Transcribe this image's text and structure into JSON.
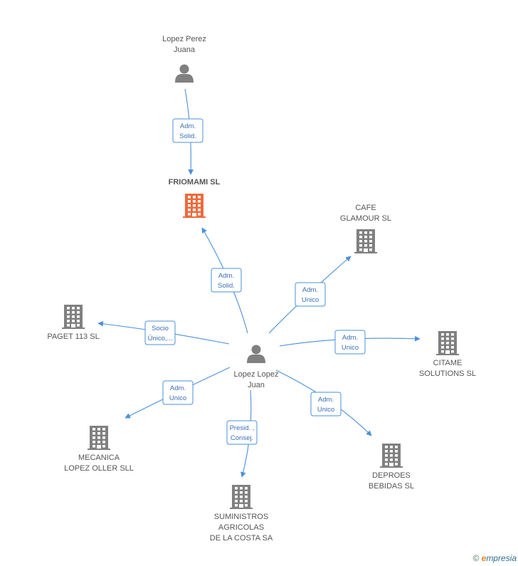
{
  "colors": {
    "edge": "#4a90d9",
    "node": "#808080",
    "main_company": "#f06a3c"
  },
  "nodes": [
    {
      "id": "lopez-perez",
      "type": "person",
      "lines": [
        "Lopez Perez",
        "Juana"
      ],
      "color": "#808080"
    },
    {
      "id": "friomami",
      "type": "company",
      "lines": [
        "FRIOMAMI SL"
      ],
      "color": "#f06a3c",
      "bold": true
    },
    {
      "id": "cafe-glamour",
      "type": "company",
      "lines": [
        "CAFE",
        "GLAMOUR  SL"
      ],
      "color": "#808080"
    },
    {
      "id": "paget",
      "type": "company",
      "lines": [
        "PAGET 113 SL"
      ],
      "color": "#808080"
    },
    {
      "id": "lopez-lopez",
      "type": "person",
      "lines": [
        "Lopez Lopez",
        "Juan"
      ],
      "color": "#808080"
    },
    {
      "id": "citame",
      "type": "company",
      "lines": [
        "CITAME",
        "SOLUTIONS  SL"
      ],
      "color": "#808080"
    },
    {
      "id": "mecanica",
      "type": "company",
      "lines": [
        "MECANICA",
        "LOPEZ OLLER SLL"
      ],
      "color": "#808080"
    },
    {
      "id": "deproes",
      "type": "company",
      "lines": [
        "DEPROES",
        "BEBIDAS SL"
      ],
      "color": "#808080"
    },
    {
      "id": "suministros",
      "type": "company",
      "lines": [
        "SUMINISTROS",
        "AGRICOLAS",
        "DE LA COSTA SA"
      ],
      "color": "#808080"
    }
  ],
  "edges": [
    {
      "from": "lopez-perez",
      "to": "friomami",
      "label": [
        "Adm.",
        "Solid."
      ]
    },
    {
      "from": "lopez-lopez",
      "to": "friomami",
      "label": [
        "Adm.",
        "Solid."
      ]
    },
    {
      "from": "lopez-lopez",
      "to": "cafe-glamour",
      "label": [
        "Adm.",
        "Unico"
      ]
    },
    {
      "from": "lopez-lopez",
      "to": "paget",
      "label": [
        "Socio",
        "Único,..."
      ]
    },
    {
      "from": "lopez-lopez",
      "to": "citame",
      "label": [
        "Adm.",
        "Unico"
      ]
    },
    {
      "from": "lopez-lopez",
      "to": "mecanica",
      "label": [
        "Adm.",
        "Unico"
      ]
    },
    {
      "from": "lopez-lopez",
      "to": "deproes",
      "label": [
        "Adm.",
        "Unico"
      ]
    },
    {
      "from": "lopez-lopez",
      "to": "suministros",
      "label": [
        "Presid. ,",
        "Consej."
      ]
    }
  ],
  "footer": {
    "copyright": "©",
    "brand_initial": "e",
    "brand_rest": "mpresia"
  }
}
